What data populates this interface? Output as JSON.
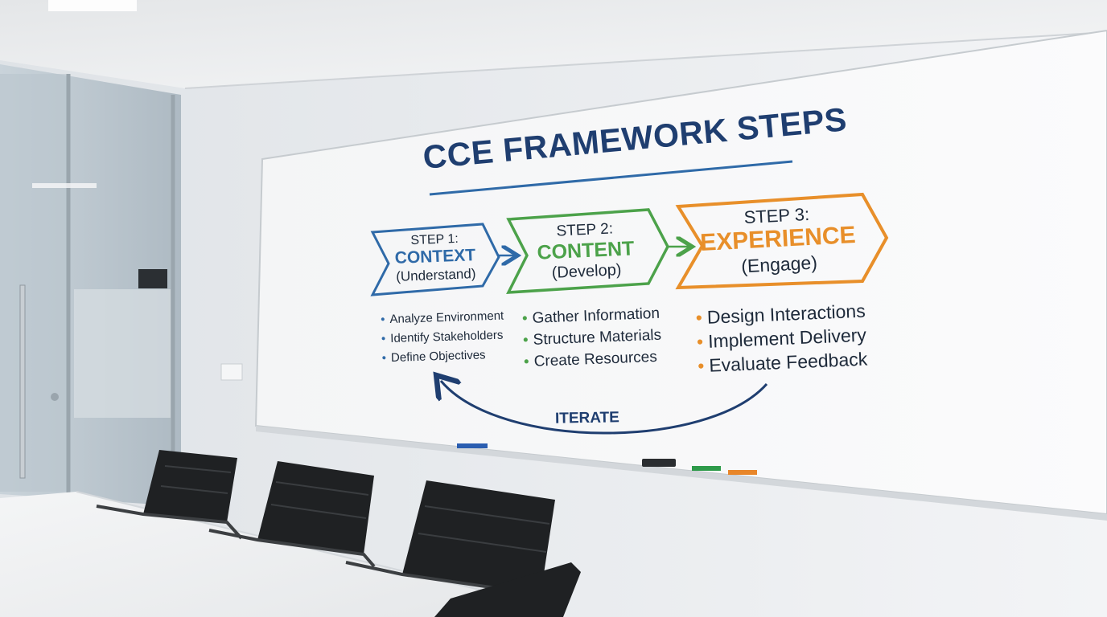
{
  "board": {
    "title": "CCE FRAMEWORK STEPS",
    "steps": [
      {
        "number": "STEP 1:",
        "name": "CONTEXT",
        "verb": "(Understand)",
        "color": "#2f6aa8",
        "bullets": [
          "Analyze Environment",
          "Identify Stakeholders",
          "Define Objectives"
        ]
      },
      {
        "number": "STEP 2:",
        "name": "CONTENT",
        "verb": "(Develop)",
        "color": "#4ca24a",
        "bullets": [
          "Gather Information",
          "Structure Materials",
          "Create Resources"
        ]
      },
      {
        "number": "STEP 3:",
        "name": "EXPERIENCE",
        "verb": "(Engage)",
        "color": "#e88f2a",
        "bullets": [
          "Design Interactions",
          "Implement Delivery",
          "Evaluate Feedback"
        ]
      }
    ],
    "loop_label": "ITERATE",
    "title_color": "#1f3e70"
  },
  "icons": {
    "step_connector": "arrow-right-icon",
    "loop_arrow": "curved-arrow-icon"
  }
}
